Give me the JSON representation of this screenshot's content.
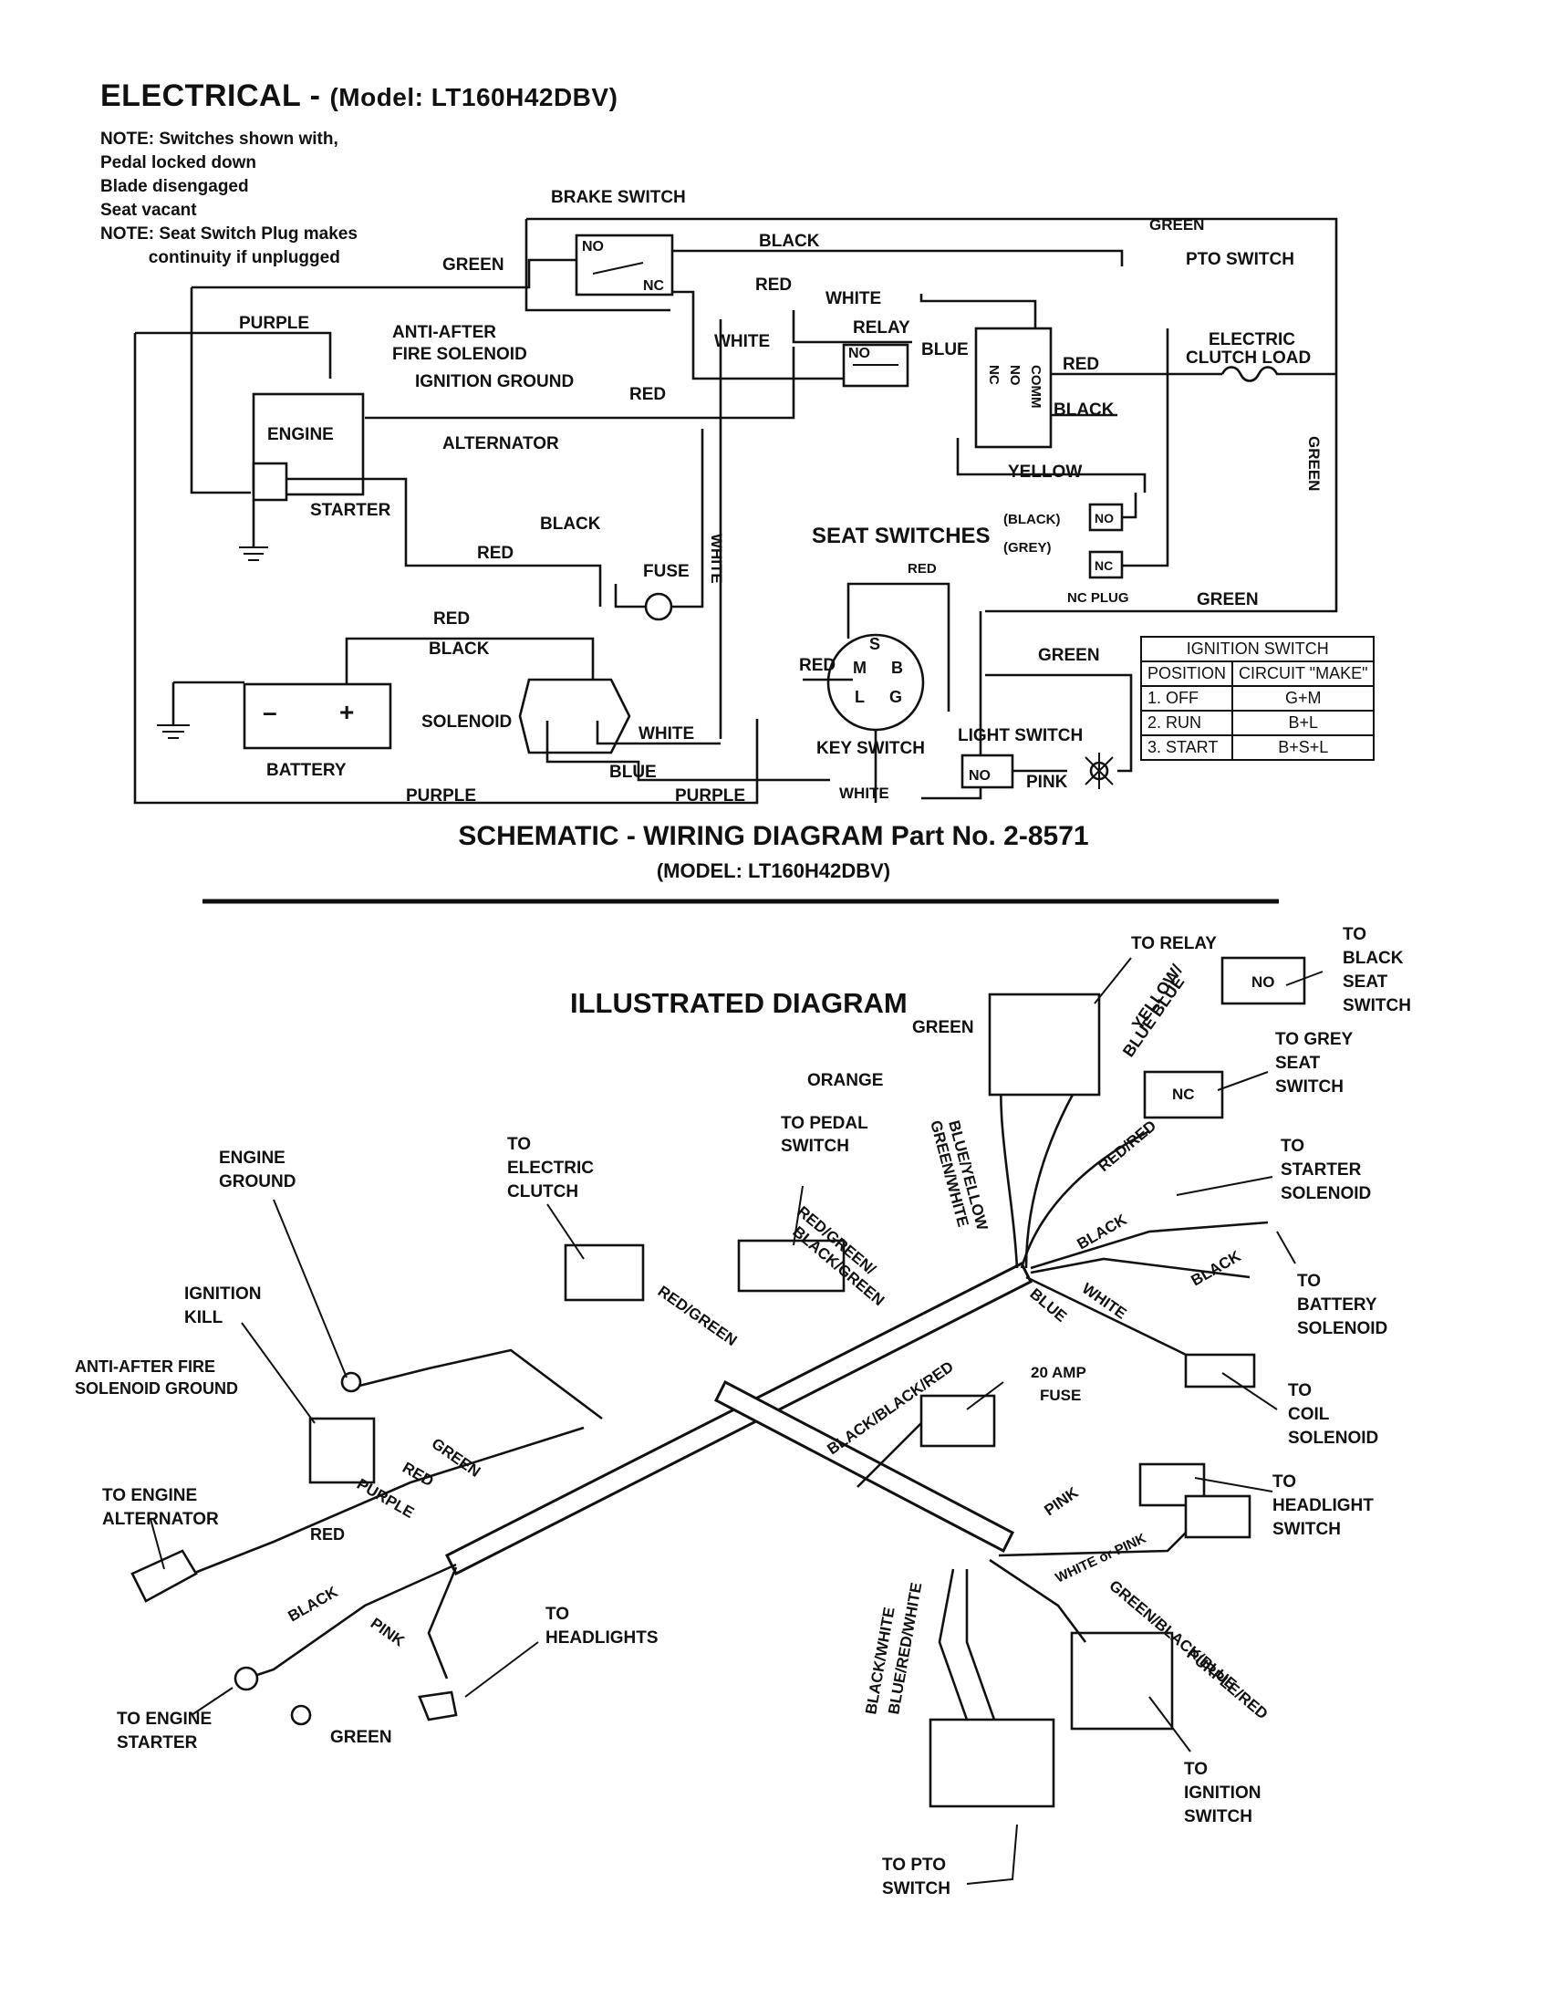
{
  "title": {
    "main": "ELECTRICAL -",
    "model": "(Model: LT160H42DBV)"
  },
  "notes": [
    "NOTE: Switches shown with,",
    "Pedal locked down",
    "Blade disengaged",
    "Seat vacant",
    "NOTE: Seat Switch Plug makes",
    "          continuity if unplugged"
  ],
  "schematic": {
    "components": {
      "brake_switch": "BRAKE SWITCH",
      "pto_switch": "PTO SWITCH",
      "relay": "RELAY",
      "electric_clutch_load_1": "ELECTRIC",
      "electric_clutch_load_2": "CLUTCH LOAD",
      "anti_after_1": "ANTI-AFTER",
      "anti_after_2": "FIRE SOLENOID",
      "ignition_ground": "IGNITION GROUND",
      "engine": "ENGINE",
      "alternator": "ALTERNATOR",
      "starter": "STARTER",
      "fuse": "FUSE",
      "seat_switches": "SEAT SWITCHES",
      "nc_plug": "NC PLUG",
      "solenoid": "SOLENOID",
      "battery": "BATTERY",
      "key_switch": "KEY SWITCH",
      "light_switch": "LIGHT SWITCH",
      "minus": "–",
      "plus": "+"
    },
    "contacts": {
      "no": "NO",
      "nc": "NC",
      "comm": "COMM",
      "black_paren": "(BLACK)",
      "grey_paren": "(GREY)",
      "s": "S",
      "m": "M",
      "b": "B",
      "l": "L",
      "g": "G"
    },
    "wires": {
      "black": "BLACK",
      "green": "GREEN",
      "red": "RED",
      "white": "WHITE",
      "blue": "BLUE",
      "purple": "PURPLE",
      "yellow": "YELLOW",
      "pink": "PINK"
    },
    "ignition_table": {
      "title": "IGNITION SWITCH",
      "headers": [
        "POSITION",
        "CIRCUIT \"MAKE\""
      ],
      "rows": [
        [
          "1. OFF",
          "G+M"
        ],
        [
          "2. RUN",
          "B+L"
        ],
        [
          "3. START",
          "B+S+L"
        ]
      ]
    },
    "caption": "SCHEMATIC - WIRING DIAGRAM Part No. 2-8571",
    "caption_model": "(MODEL: LT160H42DBV)"
  },
  "illustrated": {
    "title": "ILLUSTRATED DIAGRAM",
    "labels": {
      "to_relay": "TO RELAY",
      "to_black_seat_1": "TO",
      "to_black_seat_2": "BLACK",
      "to_black_seat_3": "SEAT",
      "to_black_seat_4": "SWITCH",
      "to_grey_seat_1": "TO GREY",
      "to_grey_seat_2": "SEAT",
      "to_grey_seat_3": "SWITCH",
      "green": "GREEN",
      "orange": "ORANGE",
      "yellow_blue_blue_1": "YELLOW/",
      "yellow_blue_blue_2": "BLUE BLUE",
      "to_pedal_1": "TO PEDAL",
      "to_pedal_2": "SWITCH",
      "blue_yellow": "BLUE/YELLOW",
      "green_white": "GREEN/WHITE",
      "red_red": "RED/RED",
      "to_starter_sol_1": "TO",
      "to_starter_sol_2": "STARTER",
      "to_starter_sol_3": "SOLENOID",
      "engine_ground_1": "ENGINE",
      "engine_ground_2": "GROUND",
      "to_elec_clutch_1": "TO",
      "to_elec_clutch_2": "ELECTRIC",
      "to_elec_clutch_3": "CLUTCH",
      "red_green_black_green_1": "RED/GREEN/",
      "red_green_black_green_2": "BLACK/GREEN",
      "black": "BLACK",
      "to_batt_sol_1": "TO",
      "to_batt_sol_2": "BATTERY",
      "to_batt_sol_3": "SOLENOID",
      "ignition_kill_1": "IGNITION",
      "ignition_kill_2": "KILL",
      "red_green": "RED/GREEN",
      "white": "WHITE",
      "blue": "BLUE",
      "anti_after_gnd_1": "ANTI-AFTER FIRE",
      "anti_after_gnd_2": "SOLENOID GROUND",
      "amp_fuse_1": "20 AMP",
      "amp_fuse_2": "FUSE",
      "to_coil_sol_1": "TO",
      "to_coil_sol_2": "COIL",
      "to_coil_sol_3": "SOLENOID",
      "red": "RED",
      "purple": "PURPLE",
      "black_black_red": "BLACK/BLACK/RED",
      "to_engine_alt_1": "TO ENGINE",
      "to_engine_alt_2": "ALTERNATOR",
      "pink": "PINK",
      "to_headlight_sw_1": "TO",
      "to_headlight_sw_2": "HEADLIGHT",
      "to_headlight_sw_3": "SWITCH",
      "white_or_pink": "WHITE or PINK",
      "black_white": "BLACK/WHITE",
      "blue_red_white": "BLUE/RED/WHITE",
      "green_black_blue": "GREEN/BLACK/BLUE",
      "purple_red": "PURPLE/RED",
      "to_headlights_1": "TO",
      "to_headlights_2": "HEADLIGHTS",
      "to_engine_starter_1": "TO ENGINE",
      "to_engine_starter_2": "STARTER",
      "to_ign_switch_1": "TO",
      "to_ign_switch_2": "IGNITION",
      "to_ign_switch_3": "SWITCH",
      "to_pto_1": "TO PTO",
      "to_pto_2": "SWITCH",
      "no": "NO",
      "nc": "NC"
    }
  }
}
